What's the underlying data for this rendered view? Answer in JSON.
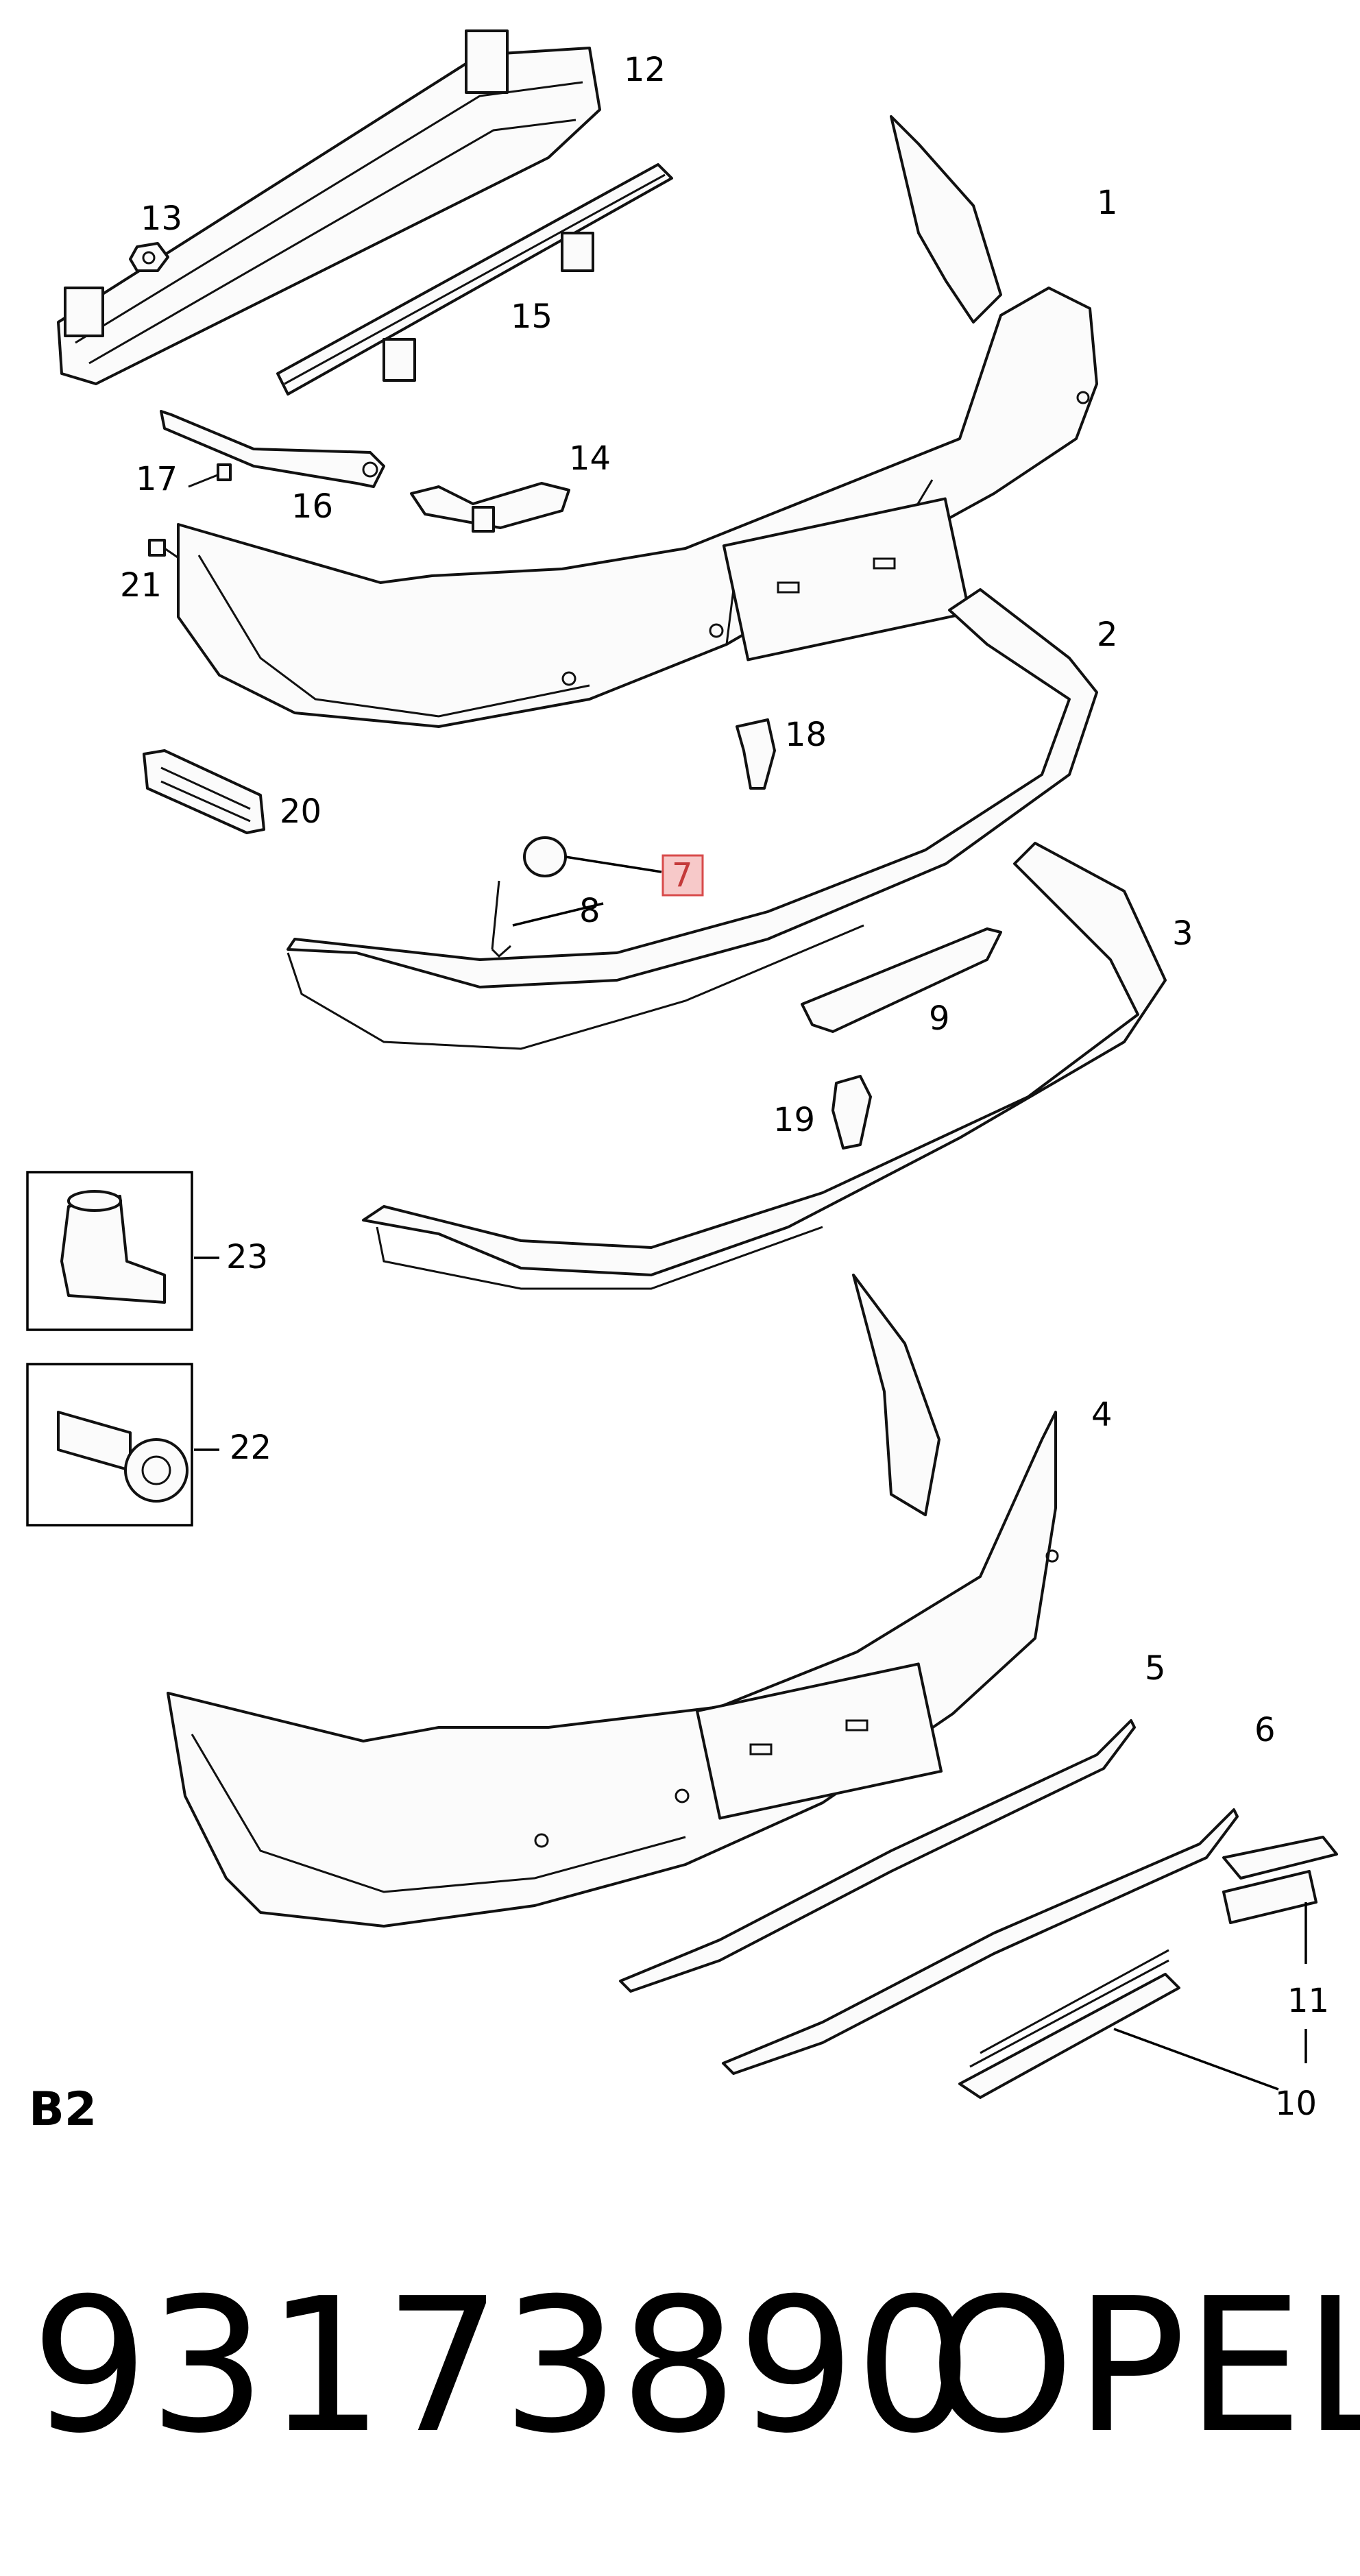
{
  "callouts": [
    "1",
    "2",
    "3",
    "4",
    "5",
    "6",
    "7",
    "8",
    "9",
    "10",
    "11",
    "12",
    "13",
    "14",
    "15",
    "16",
    "17",
    "18",
    "19",
    "20",
    "21",
    "22",
    "23"
  ],
  "highlighted_callout": "7",
  "section_label": "B2",
  "part_number": "93173890",
  "brand": "OPEL",
  "colors": {
    "highlight_fill": "#f7c9c9",
    "highlight_stroke": "#d84b4b",
    "line": "#111111"
  }
}
